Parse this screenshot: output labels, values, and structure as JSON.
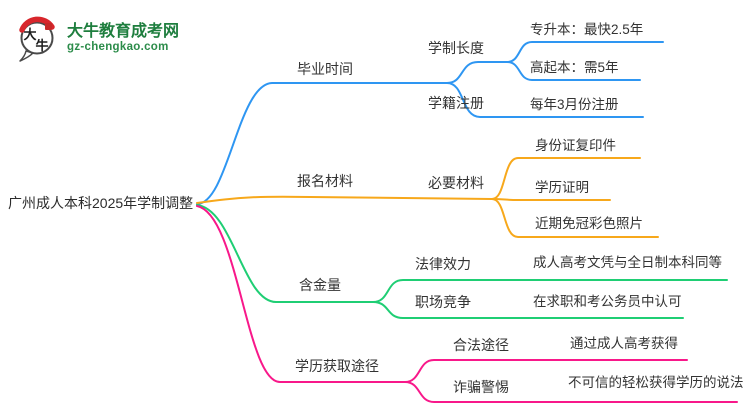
{
  "logo": {
    "icon_char1": "大",
    "icon_char2": "牛",
    "title": "大牛教育成考网",
    "subtitle": "gz-chengkao.com",
    "brand_color": "#1e7e3e"
  },
  "map": {
    "root": "广州成人本科2025年学制调整",
    "branches": [
      {
        "label": "毕业时间",
        "color": "#2e96f2",
        "children": [
          {
            "label": "学制长度",
            "children": [
              {
                "label": "专升本：最快2.5年"
              },
              {
                "label": "高起本：需5年"
              }
            ]
          },
          {
            "label": "学籍注册",
            "children": [
              {
                "label": "每年3月份注册"
              }
            ]
          }
        ]
      },
      {
        "label": "报名材料",
        "color": "#f7a81b",
        "children": [
          {
            "label": "必要材料",
            "children": [
              {
                "label": "身份证复印件"
              },
              {
                "label": "学历证明"
              },
              {
                "label": "近期免冠彩色照片"
              }
            ]
          }
        ]
      },
      {
        "label": "含金量",
        "color": "#1fce74",
        "children": [
          {
            "label": "法律效力",
            "children": [
              {
                "label": "成人高考文凭与全日制本科同等"
              }
            ]
          },
          {
            "label": "职场竞争",
            "children": [
              {
                "label": "在求职和考公务员中认可"
              }
            ]
          }
        ]
      },
      {
        "label": "学历获取途径",
        "color": "#f8188a",
        "children": [
          {
            "label": "合法途径",
            "children": [
              {
                "label": "通过成人高考获得"
              }
            ]
          },
          {
            "label": "诈骗警惕",
            "children": [
              {
                "label": "不可信的轻松获得学历的说法"
              }
            ]
          }
        ]
      }
    ]
  }
}
